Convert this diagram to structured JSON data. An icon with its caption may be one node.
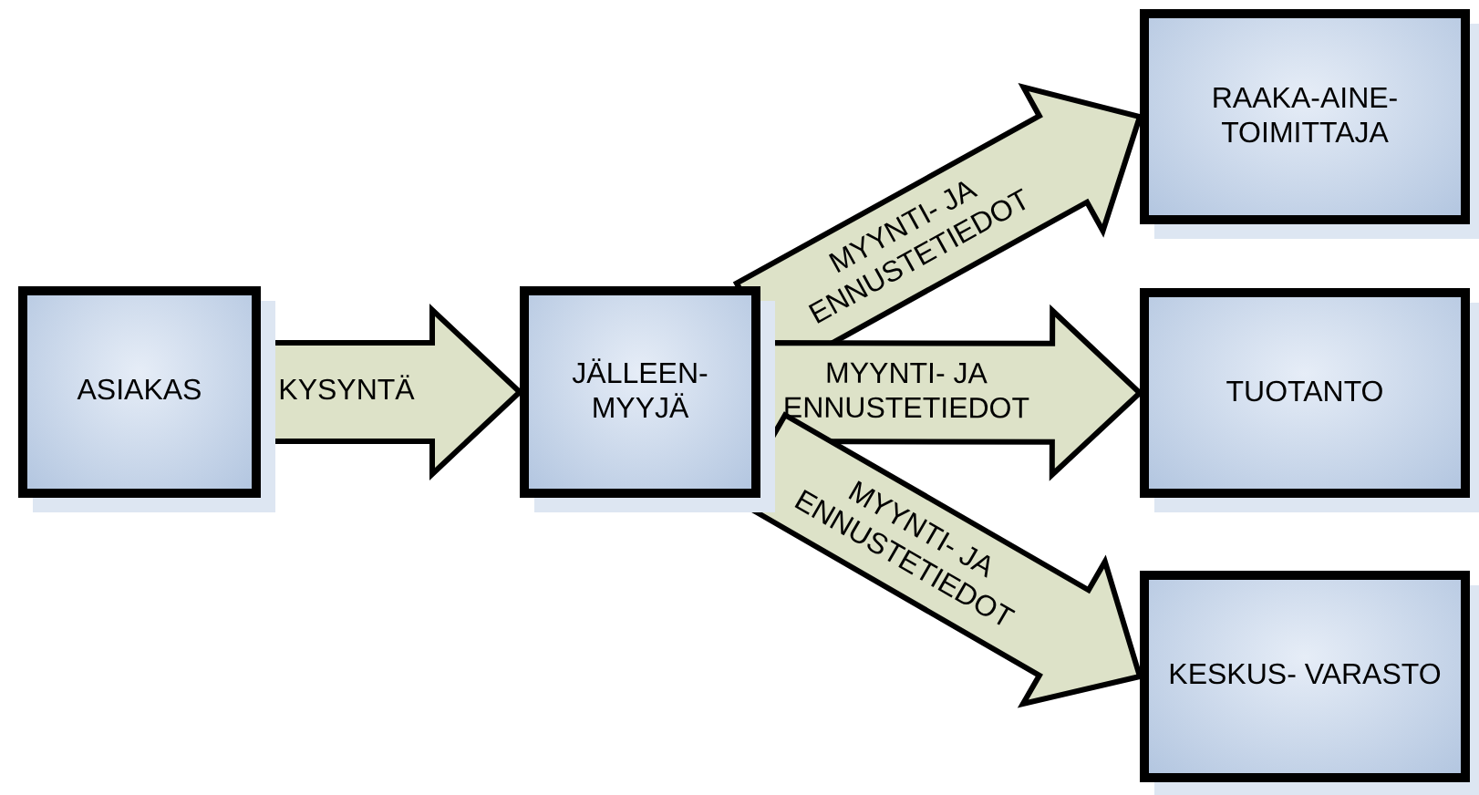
{
  "diagram": {
    "nodes": [
      {
        "text": [
          "ASIAKAS"
        ]
      },
      {
        "text": [
          "JÄLLEEN- MYYJÄ"
        ]
      },
      {
        "text": [
          "RAAKA-AINE- TOIMITTAJA"
        ]
      },
      {
        "text": [
          "TUOTANTO"
        ]
      },
      {
        "text": [
          "KESKUS- VARASTO"
        ]
      }
    ],
    "edges": [
      {
        "from": 0,
        "to": 1,
        "arrow": "to",
        "label": "KYSYNTÄ"
      },
      {
        "from": 1,
        "to": 2,
        "arrow": "to",
        "label": "MYYNTI- JA ENNUSTETIEDOT"
      },
      {
        "from": 1,
        "to": 3,
        "arrow": "to",
        "label": "MYYNTI- JA ENNUSTETIEDOT"
      },
      {
        "from": 1,
        "to": 4,
        "arrow": "to",
        "label": "MYYNTI- JA ENNUSTETIEDOT"
      }
    ]
  }
}
